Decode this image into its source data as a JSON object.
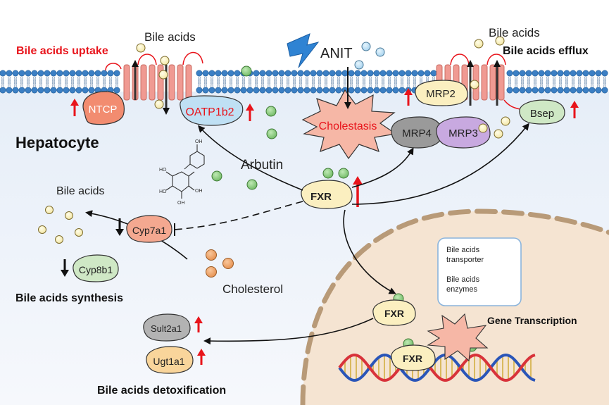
{
  "labels": {
    "bile_acids_top_left": "Bile acids",
    "bile_acids_top_right": "Bile acids",
    "bile_acids_left": "Bile acids",
    "uptake": "Bile acids uptake",
    "efflux": "Bile acids efflux",
    "hepatocyte": "Hepatocyte",
    "anit": "ANIT",
    "arbutin": "Arbutin",
    "cholestasis": "Cholestasis",
    "cholesterol": "Cholesterol",
    "synthesis": "Bile acids synthesis",
    "detox": "Bile acids detoxification",
    "gene_transcription": "Gene Transcription"
  },
  "proteins": {
    "ntcp": "NTCP",
    "oatp": "OATP1b2",
    "mrp2": "MRP2",
    "mrp4": "MRP4",
    "mrp3": "MRP3",
    "bsep": "Bsep",
    "fxr_main": "FXR",
    "fxr_nuc1": "FXR",
    "fxr_nuc2": "FXR",
    "cyp7a1": "Cyp7a1",
    "cyp8b1": "Cyp8b1",
    "sult2a1": "Sult2a1",
    "ugt1a1": "Ugt1a1"
  },
  "legend": {
    "line1": "Bile acids",
    "line2": "transporter",
    "line3": "Bile acids",
    "line4": "enzymes"
  },
  "colors": {
    "membrane_blue": "#3b7fc4",
    "bile_acid_yellow": "#fbf3c2",
    "arbutin_green": "#8fcf84",
    "anit_blue": "#bfe0f4",
    "cholesterol_orange": "#f1a467",
    "nucleus": "#f5e4d2",
    "up_arrow_red": "#e8141b"
  }
}
